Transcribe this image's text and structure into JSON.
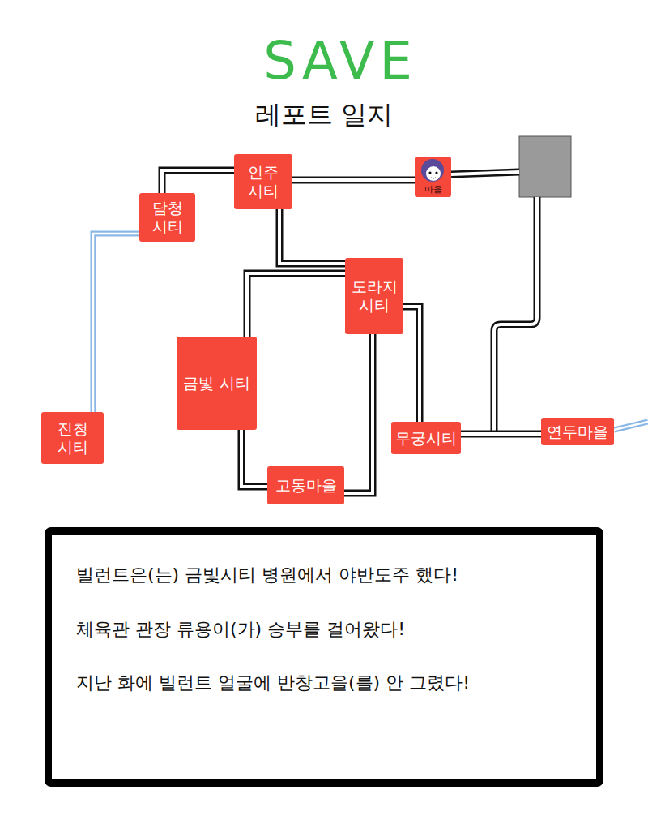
{
  "diagram": {
    "title": "SAVE",
    "nodes": [
      {
        "text": [
          "인주 시티"
        ]
      },
      {
        "text": [
          "마을"
        ]
      },
      {
        "text": [
          "담청 시티"
        ]
      },
      {
        "text": [
          "도라지 시티"
        ]
      },
      {
        "text": [
          "금빛 시티"
        ]
      },
      {
        "text": [
          "진청 시티"
        ]
      },
      {
        "text": [
          "무궁시티"
        ]
      },
      {
        "text": [
          "연두마을"
        ]
      },
      {
        "text": [
          "고동마을"
        ]
      },
      {
        "text": [
          "빌런트은(는) 금빛시티 병원에서 야반도주 했다!",
          "체육관 관장 류용이(가) 승부를 걸어왔다!",
          "지난 화에 빌런트 얼굴에 반창고을(를) 안 그렸다!"
        ]
      }
    ],
    "edges": [
      {
        "from": 2,
        "to": 0,
        "arrow": "none"
      },
      {
        "from": 2,
        "to": 5,
        "arrow": "none"
      },
      {
        "from": 0,
        "to": 1,
        "arrow": "none"
      },
      {
        "from": 0,
        "to": 3,
        "arrow": "none"
      },
      {
        "from": 4,
        "to": 3,
        "arrow": "none"
      },
      {
        "from": 4,
        "to": 8,
        "arrow": "none"
      },
      {
        "from": 3,
        "to": 8,
        "arrow": "none"
      },
      {
        "from": 3,
        "to": 6,
        "arrow": "none"
      },
      {
        "from": 6,
        "to": 7,
        "arrow": "none"
      }
    ],
    "labels": [
      "레포트 일지"
    ]
  }
}
